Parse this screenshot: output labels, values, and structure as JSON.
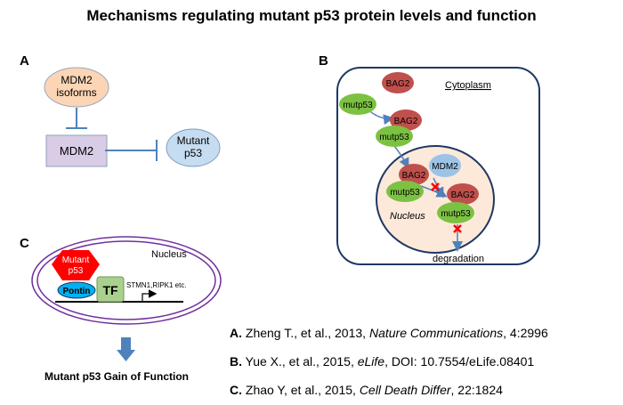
{
  "title": "Mechanisms regulating mutant p53 protein levels and function",
  "panel_a": {
    "letter": "A",
    "isoforms_line1": "MDM2",
    "isoforms_line2": "isoforms",
    "mdm2": "MDM2",
    "mutant_line1": "Mutant",
    "mutant_line2": "p53"
  },
  "panel_b": {
    "letter": "B",
    "cytoplasm": "Cytoplasm",
    "nucleus": "Nucleus",
    "bag2": "BAG2",
    "mutp53": "mutp53",
    "mdm2": "MDM2",
    "degradation": "degradation"
  },
  "panel_c": {
    "letter": "C",
    "nucleus": "Nucleus",
    "mutant_line1": "Mutant",
    "mutant_line2": "p53",
    "pontin": "Pontin",
    "tf": "TF",
    "genes": "STMN1,RIPK1 etc.",
    "outcome": "Mutant p53 Gain of Function"
  },
  "references": [
    {
      "letter": "A.",
      "authors": " Zheng T., et al., 2013, ",
      "journal": "Nature Communications",
      "details": ", 4:2996"
    },
    {
      "letter": "B.",
      "authors": " Yue X., et al., 2015, ",
      "journal": "eLife",
      "details": ", DOI: 10.7554/eLife.08401"
    },
    {
      "letter": "C.",
      "authors": " Zhao Y, et al., 2015, ",
      "journal": "Cell Death Differ",
      "details": ", 22:1824"
    }
  ],
  "colors": {
    "bag2_red": "#c0504d",
    "mutp53_green": "#7cc142",
    "mdm2_blue": "#9cc3e6",
    "isoform_peach": "#fbd5b5",
    "mdm2_box": "#d9cce6",
    "nucleus_fill": "#fde9d9",
    "cell_border": "#1f3864",
    "nucleus_ring": "#7030a0",
    "inhibit_blue": "#4f81bd",
    "x_red": "#ff0000"
  }
}
